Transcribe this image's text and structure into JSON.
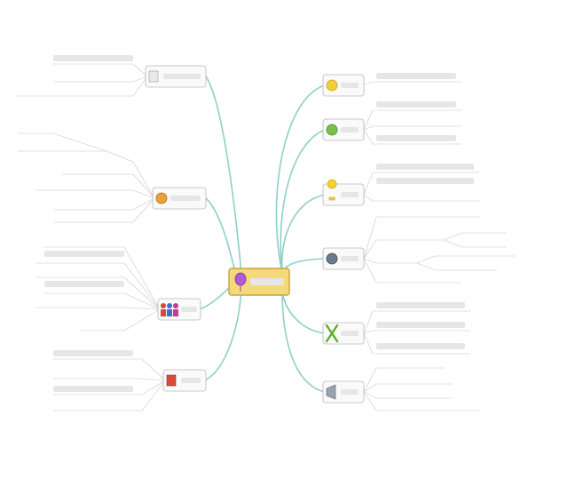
{
  "diagram": {
    "type": "mind-map",
    "title": "",
    "center": {
      "label": ""
    },
    "colors": {
      "center_fill": "#f4d97a",
      "branch_line": "#8fcfc7",
      "node_fill": "#fafafa",
      "leaf_line": "#c4c4c4"
    },
    "branches": [
      {
        "id": "b1",
        "label": "",
        "icon": "lemon-icon"
      },
      {
        "id": "b2",
        "label": "",
        "icon": "sad-face-icon"
      },
      {
        "id": "b3",
        "label": "",
        "icon": "light-bulb-icon"
      },
      {
        "id": "b4",
        "label": "",
        "icon": "gear-icon"
      },
      {
        "id": "b5",
        "label": "",
        "icon": "runner-icon"
      },
      {
        "id": "b6",
        "label": "",
        "icon": "megaphone-icon"
      },
      {
        "id": "b7",
        "label": "",
        "icon": "competition-icon"
      },
      {
        "id": "b8",
        "label": "",
        "icon": "team-icon"
      },
      {
        "id": "b9",
        "label": "",
        "icon": "money-bag-icon"
      },
      {
        "id": "b10",
        "label": "",
        "icon": "status-icon"
      }
    ]
  }
}
